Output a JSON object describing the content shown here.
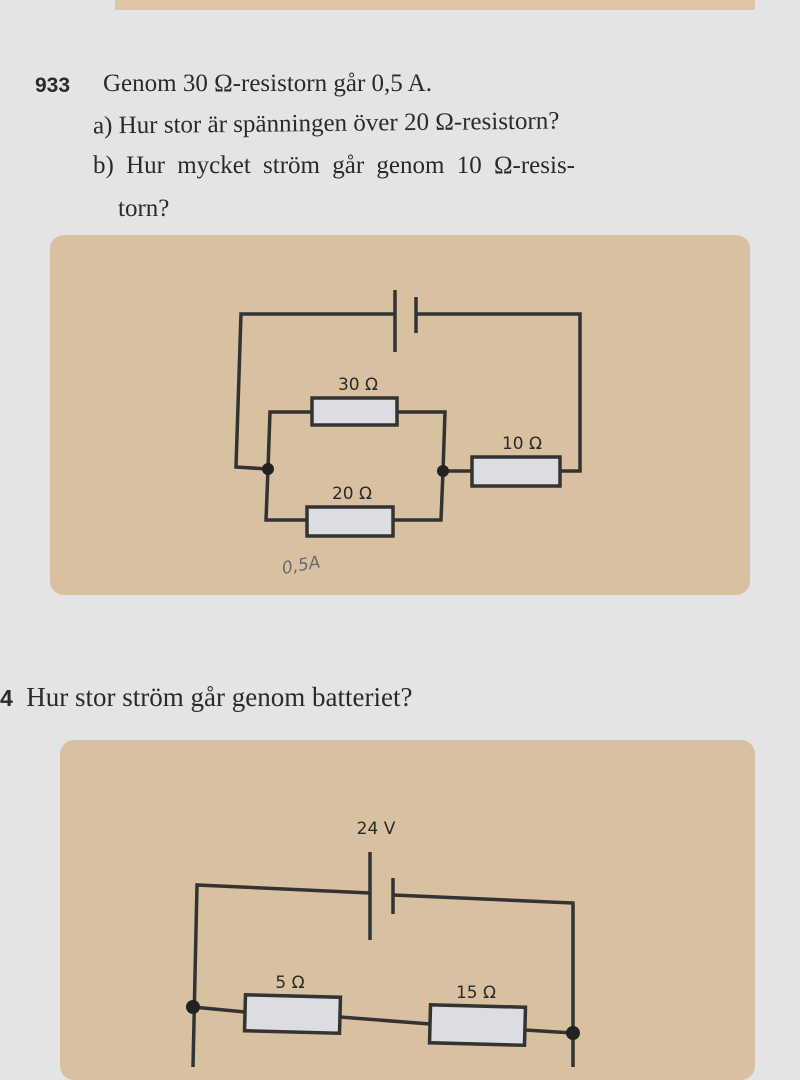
{
  "problem_933": {
    "number": "933",
    "intro": "Genom 30 Ω-resistorn går 0,5 A.",
    "part_a": "a) Hur stor är spänningen över 20 Ω-resistorn?",
    "part_b_line1": "b) Hur mycket ström går genom 10 Ω-resis-",
    "part_b_line2": "torn?",
    "circuit": {
      "r1_label": "30 Ω",
      "r2_label": "20 Ω",
      "r3_label": "10 Ω",
      "handwritten_note": "0,5A"
    }
  },
  "problem_934": {
    "number": "4",
    "question": "Hur stor ström går genom batteriet?",
    "circuit": {
      "voltage_label": "24 V",
      "r1_label": "5 Ω",
      "r2_label": "15 Ω"
    }
  },
  "colors": {
    "page": "#e4e4e6",
    "figure_bg": "#d8c1a0",
    "ink": "#2a2a2c"
  }
}
